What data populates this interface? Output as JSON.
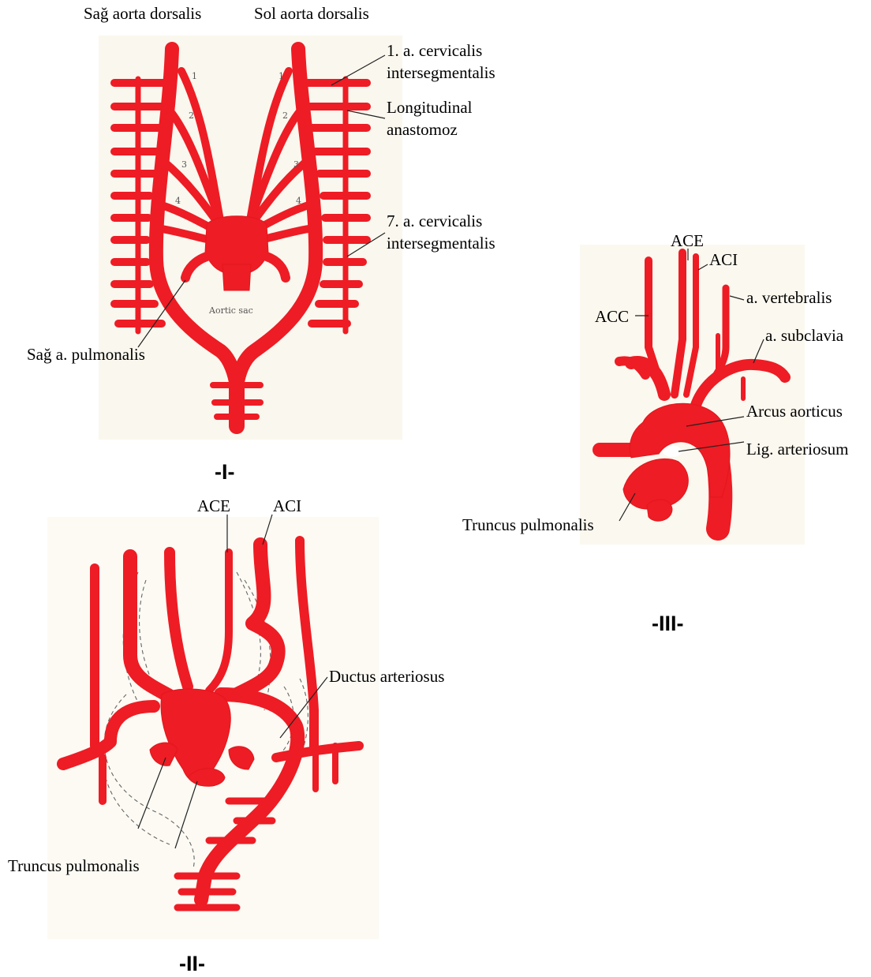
{
  "panel_I": {
    "title": "-I-",
    "labels": {
      "sag_aorta_dorsalis": "Sağ aorta dorsalis",
      "sol_aorta_dorsalis": "Sol aorta dorsalis",
      "first_cervical": "1. a. cervicalis\nintersegmentalis",
      "longitudinal": "Longitudinal\nanastomoz",
      "seventh_cervical": "7. a. cervicalis\nintersegmentalis",
      "sag_pulmonalis": "Sağ a. pulmonalis",
      "aortic_sac": "Aortic sac"
    },
    "arch_numbers": [
      "1",
      "2",
      "3",
      "4",
      "1",
      "2",
      "3",
      "4"
    ]
  },
  "panel_II": {
    "title": "-II-",
    "labels": {
      "ace": "ACE",
      "aci": "ACI",
      "ductus": "Ductus arteriosus",
      "truncus": "Truncus pulmonalis"
    }
  },
  "panel_III": {
    "title": "-III-",
    "labels": {
      "ace": "ACE",
      "aci": "ACI",
      "acc": "ACC",
      "vertebralis": "a. vertebralis",
      "subclavia": "a. subclavia",
      "arcus": "Arcus aorticus",
      "lig": "Lig. arteriosum",
      "truncus": "Truncus pulmonalis"
    }
  },
  "colors": {
    "artery": "#ee1c24",
    "paper": "#fbf8ef",
    "text": "#000000"
  }
}
